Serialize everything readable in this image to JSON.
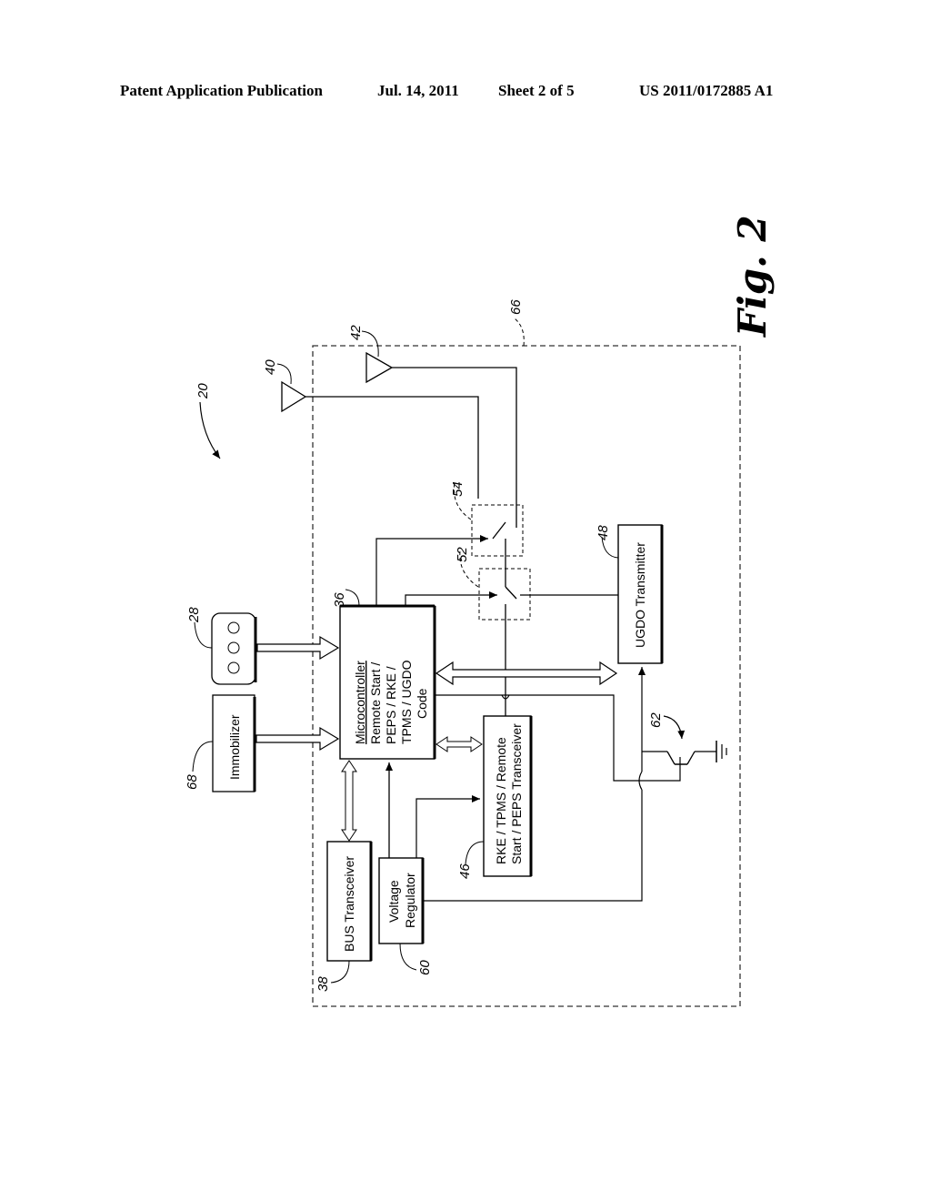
{
  "header": {
    "publication": "Patent Application Publication",
    "date": "Jul. 14, 2011",
    "sheet": "Sheet 2 of 5",
    "number": "US 2011/0172885 A1"
  },
  "figure": {
    "label": "Fig. 2",
    "system_ref": "20",
    "enclosure_ref": "66",
    "blocks": {
      "microcontroller": {
        "ref": "36",
        "title": "Microcontroller",
        "lines": [
          "Remote Start /",
          "PEPS / RKE /",
          "TPMS / UGDO",
          "Code"
        ]
      },
      "keypad": {
        "ref": "28"
      },
      "immobilizer": {
        "ref": "68",
        "label": "Immobilizer"
      },
      "bus_transceiver": {
        "ref": "38",
        "label": "BUS Transceiver"
      },
      "voltage_regulator": {
        "ref": "60",
        "lines": [
          "Voltage",
          "Regulator"
        ]
      },
      "rke_transceiver": {
        "ref": "46",
        "lines": [
          "RKE / TPMS / Remote",
          "Start / PEPS Transceiver"
        ]
      },
      "ugdo_transmitter": {
        "ref": "48",
        "label": "UGDO Transmitter"
      }
    },
    "antennas": {
      "a1": "40",
      "a2": "42"
    },
    "switches": {
      "s1": "54",
      "s2": "52"
    },
    "transistor_ref": "62"
  }
}
